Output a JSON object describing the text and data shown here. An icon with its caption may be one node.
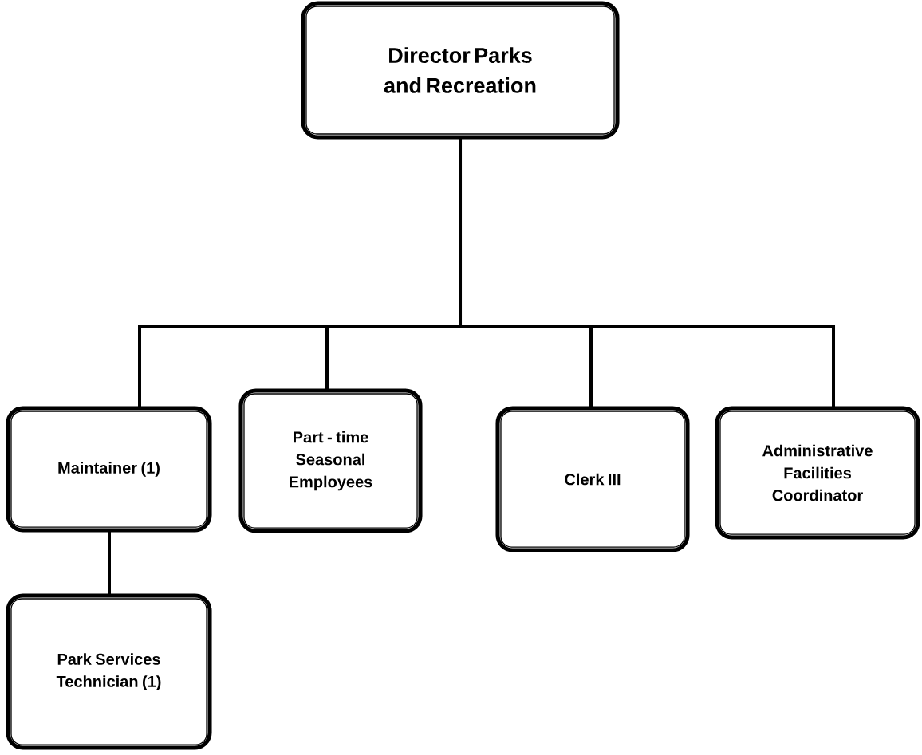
{
  "diagram": {
    "nodes": [
      {
        "text": [
          "Director Parks and Recreation"
        ]
      },
      {
        "text": [
          "Maintainer (1)"
        ]
      },
      {
        "text": [
          "Part - time Seasonal Employees"
        ]
      },
      {
        "text": [
          "Clerk III"
        ]
      },
      {
        "text": [
          "Administrative Facilities Coordinator"
        ]
      },
      {
        "text": [
          "Park Services Technician (1)"
        ]
      }
    ],
    "edges": [
      {
        "from": 0,
        "to": 1,
        "arrow": "none"
      },
      {
        "from": 0,
        "to": 2,
        "arrow": "none"
      },
      {
        "from": 0,
        "to": 3,
        "arrow": "none"
      },
      {
        "from": 0,
        "to": 4,
        "arrow": "none"
      },
      {
        "from": 1,
        "to": 5,
        "arrow": "none"
      }
    ]
  }
}
